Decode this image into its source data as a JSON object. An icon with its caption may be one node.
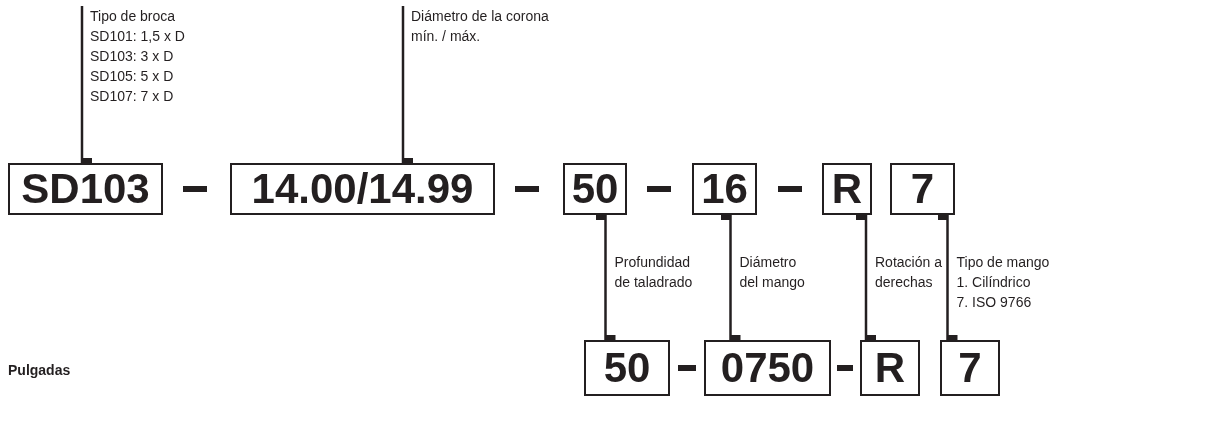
{
  "diagram": {
    "nodes": [
      {
        "text": [
          "Tipo de broca",
          "SD101: 1,5 x D",
          "SD103: 3 x D",
          "SD105: 5 x D",
          "SD107: 7 x D"
        ]
      },
      {
        "text": [
          "Diámetro de la corona mín. / máx."
        ]
      },
      {
        "text": [
          "SD103"
        ]
      },
      {
        "text": [
          "14.00/14.99"
        ]
      },
      {
        "text": [
          "50"
        ]
      },
      {
        "text": [
          "16"
        ]
      },
      {
        "text": [
          "R"
        ]
      },
      {
        "text": [
          "7"
        ]
      },
      {
        "text": [
          "50"
        ]
      },
      {
        "text": [
          "0750"
        ]
      },
      {
        "text": [
          "R"
        ]
      },
      {
        "text": [
          "7"
        ]
      }
    ],
    "edges": [
      {
        "from": 0,
        "to": 2,
        "arrow": "other"
      },
      {
        "from": 1,
        "to": 3,
        "arrow": "other"
      },
      {
        "from": 4,
        "to": 8,
        "arrow": "other",
        "label": "Profundidad de taladrado"
      },
      {
        "from": 5,
        "to": 9,
        "arrow": "other",
        "label": "Diámetro del mango"
      },
      {
        "from": 6,
        "to": 10,
        "arrow": "other",
        "label": "Rotación a derechas"
      },
      {
        "from": 7,
        "to": 11,
        "arrow": "other",
        "label": "Tipo de mango 1. Cilíndrico 7. ISO 9766"
      }
    ],
    "labels": [
      "Pulgadas"
    ]
  }
}
